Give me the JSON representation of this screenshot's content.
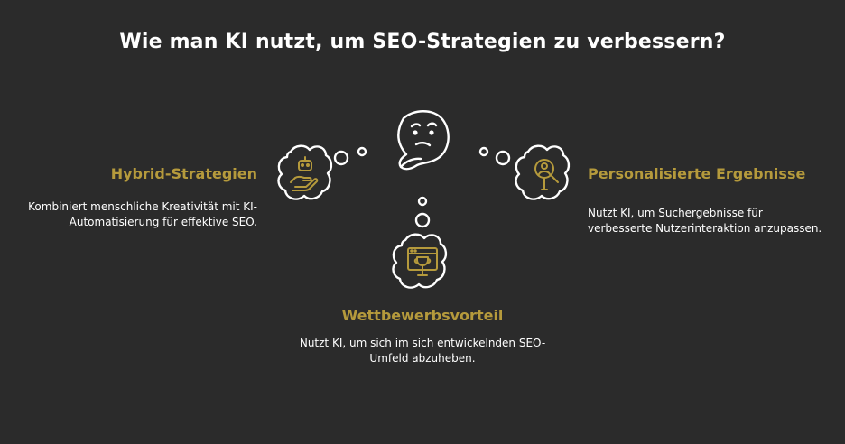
{
  "title": "Wie man KI nutzt, um SEO-Strategien zu verbessern?",
  "colors": {
    "background": "#2b2b2b",
    "accent": "#b59a3c",
    "text": "#ffffff"
  },
  "center": {
    "icon": "thinking-face-icon"
  },
  "items": [
    {
      "heading": "Hybrid-Strategien",
      "description": "Kombiniert menschliche Kreativität mit KI-Automatisierung für effektive SEO.",
      "icon": "robot-hand-icon"
    },
    {
      "heading": "Personalisierte Ergebnisse",
      "description": "Nutzt KI, um Suchergebnisse für verbesserte Nutzerinteraktion anzupassen.",
      "icon": "magnifier-person-icon"
    },
    {
      "heading": "Wettbewerbsvorteil",
      "description": "Nutzt KI, um sich im sich entwickelnden SEO-Umfeld abzuheben.",
      "icon": "trophy-browser-icon"
    }
  ]
}
